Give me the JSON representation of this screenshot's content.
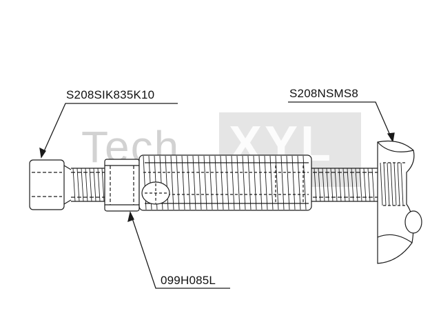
{
  "callouts": {
    "screw_part": "S208SIK835K10",
    "pad_part": "S208NSMS8",
    "sleeve_part": "099H085L"
  },
  "watermark": {
    "left_text": "Tech",
    "right_text": "XYL"
  },
  "colors": {
    "line": "#1a1a1a",
    "watermark_box": "#cfcfcf"
  }
}
